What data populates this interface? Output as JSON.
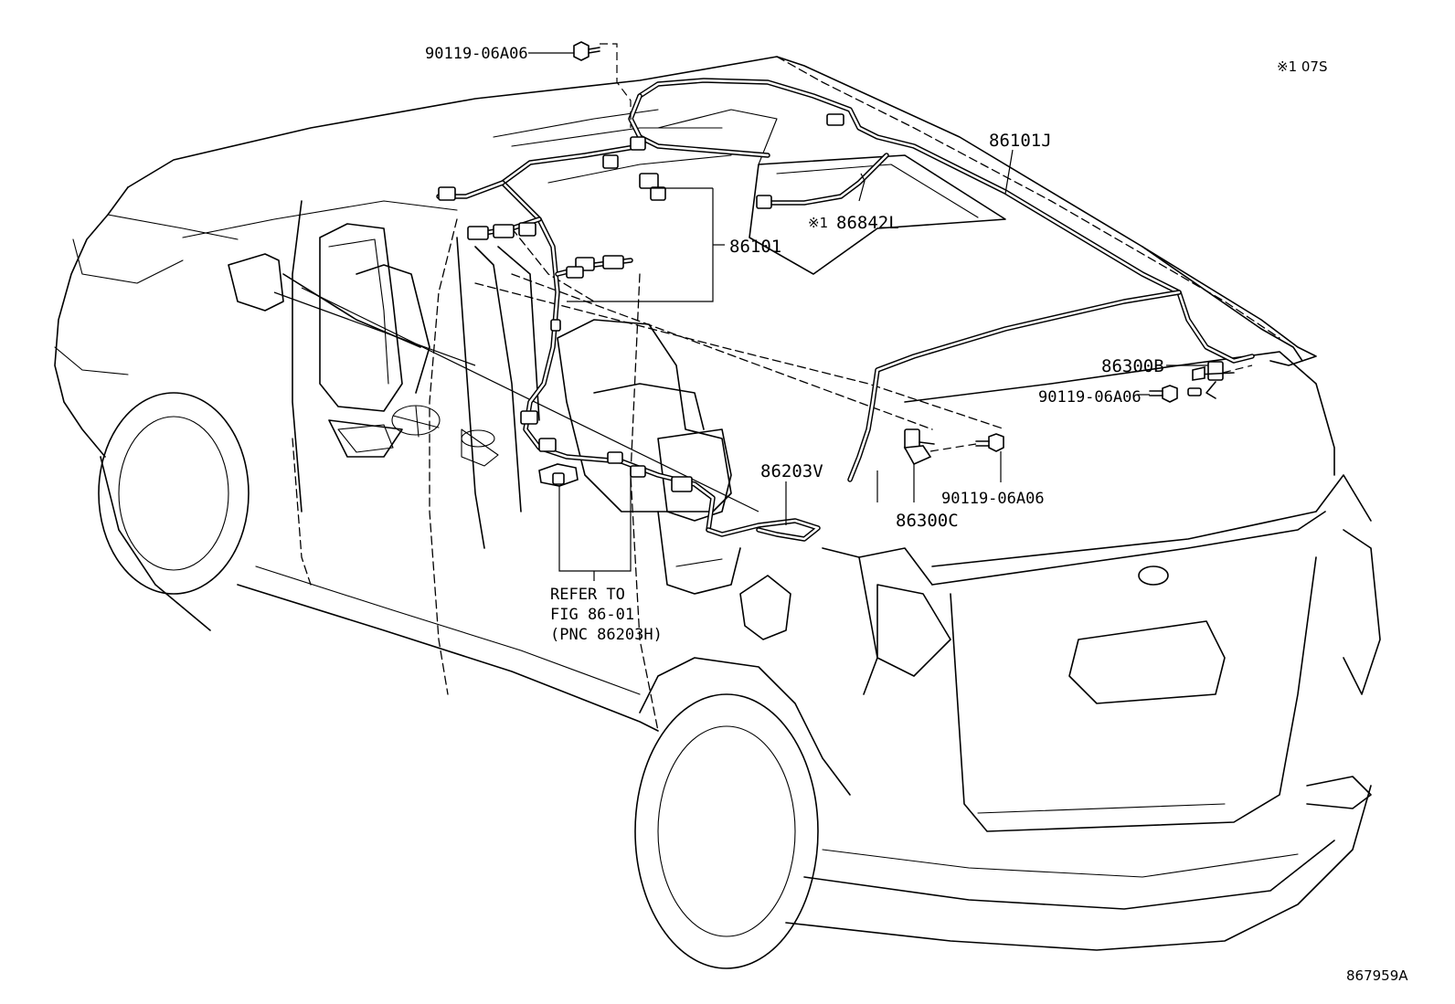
{
  "labels": {
    "bolt_top": "90119-06A06",
    "note_top_right": "※1 07S",
    "harness_roof": "86101J",
    "antenna_86842L": "86842L",
    "note_mark": "※1",
    "harness_86101": "86101",
    "part_86300B": "86300B",
    "bolt_right_1": "90119-06A06",
    "part_86203V": "86203V",
    "bolt_right_2": "90119-06A06",
    "part_86300C": "86300C",
    "refer_line1": "REFER TO",
    "refer_line2": "FIG 86-01",
    "refer_line3": "(PNC 86203H)",
    "figure_id": "867959A"
  }
}
